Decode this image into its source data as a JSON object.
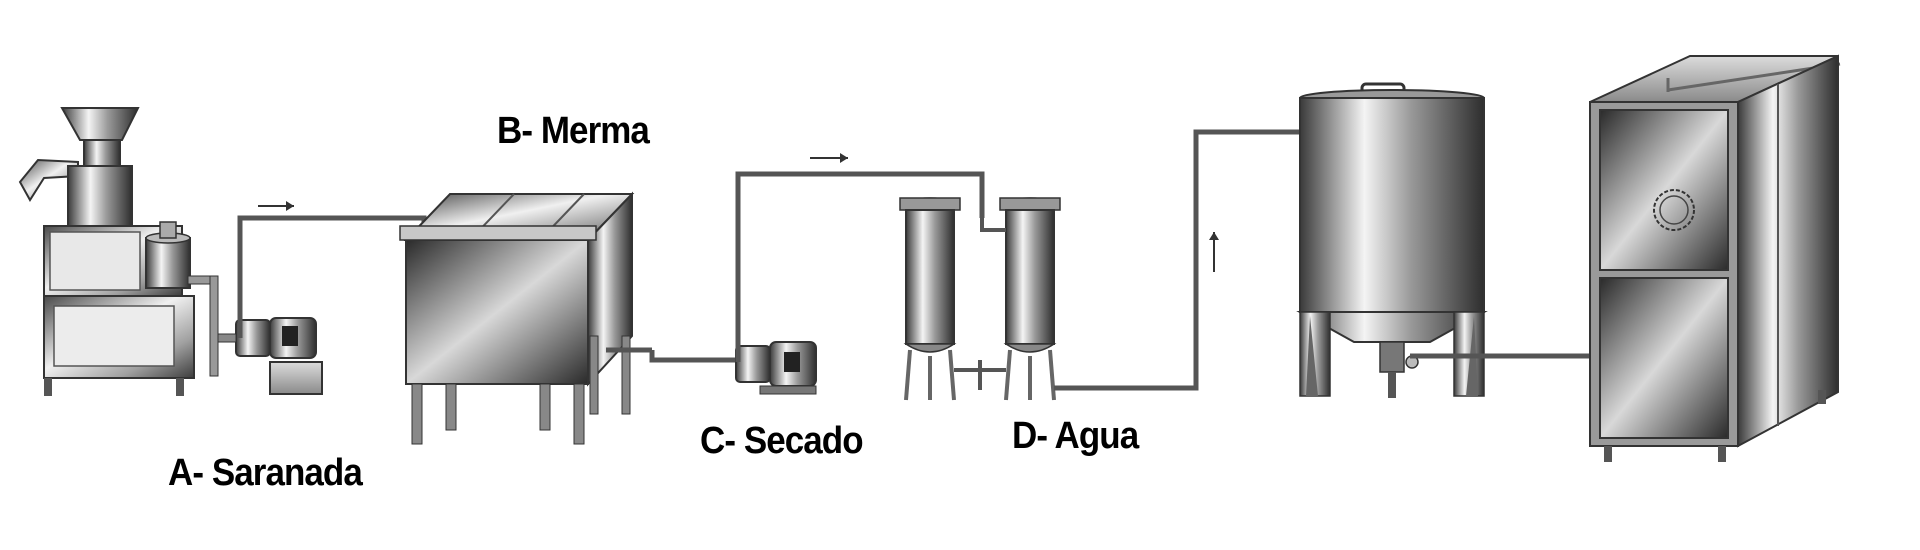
{
  "labels": {
    "a": "A- Saranada",
    "b": "B- Merma",
    "c": "C- Secado",
    "d": "D- Agua"
  },
  "flow_arrows": [
    "right-arrow",
    "right-arrow",
    "up-arrow"
  ],
  "colors": {
    "background": "#ffffff",
    "steel_dark": "#3a3a3a",
    "steel_light": "#f2f2f2",
    "pipe": "#555555",
    "label_text": "#000000"
  }
}
